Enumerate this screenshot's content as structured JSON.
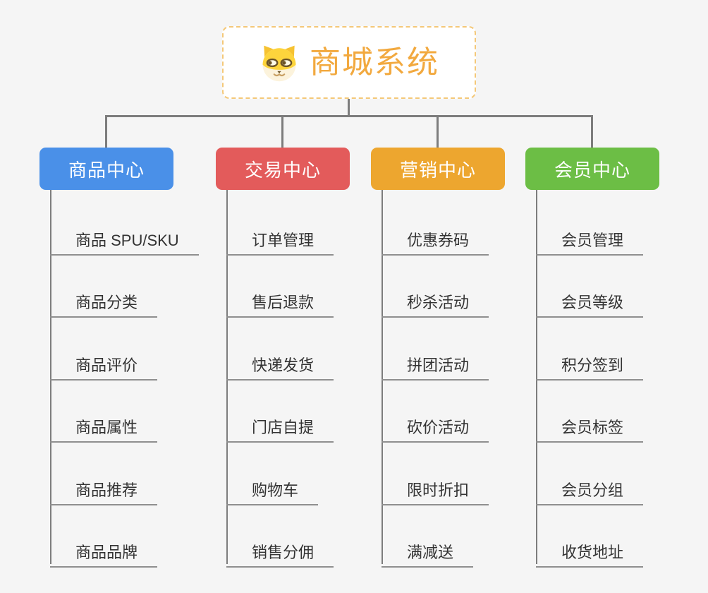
{
  "root": {
    "title": "商城系统",
    "title_color": "#f2a93f",
    "border_color": "#f4c878",
    "icon": "dog-face-icon"
  },
  "connector_color": "#7d7d7d",
  "background_color": "#f5f5f5",
  "columns": [
    {
      "label": "商品中心",
      "color": "#4a90e8",
      "items": [
        "商品 SPU/SKU",
        "商品分类",
        "商品评价",
        "商品属性",
        "商品推荐",
        "商品品牌"
      ]
    },
    {
      "label": "交易中心",
      "color": "#e35b5b",
      "items": [
        "订单管理",
        "售后退款",
        "快递发货",
        "门店自提",
        "购物车",
        "销售分佣"
      ]
    },
    {
      "label": "营销中心",
      "color": "#eda62f",
      "items": [
        "优惠券码",
        "秒杀活动",
        "拼团活动",
        "砍价活动",
        "限时折扣",
        "满减送"
      ]
    },
    {
      "label": "会员中心",
      "color": "#6cbe45",
      "items": [
        "会员管理",
        "会员等级",
        "积分签到",
        "会员标签",
        "会员分组",
        "收货地址"
      ]
    }
  ]
}
